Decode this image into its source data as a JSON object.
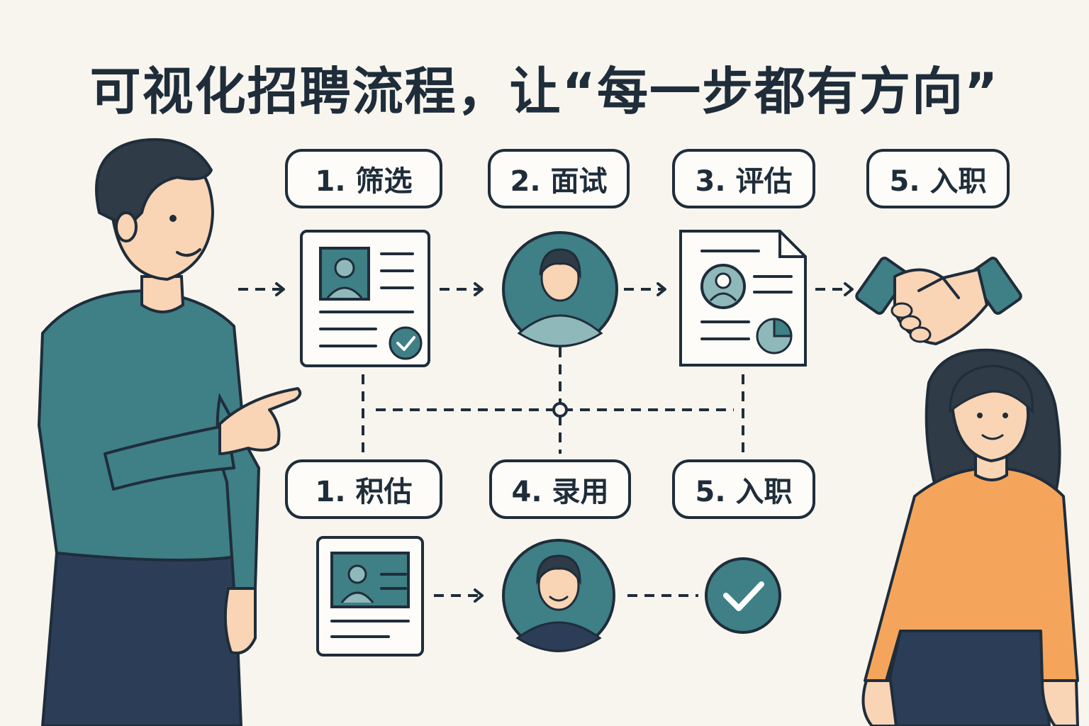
{
  "title": "可视化招聘流程，让“每一步都有方向”",
  "steps_top": [
    {
      "label": "1. 筛选",
      "icon": "resume-check-icon"
    },
    {
      "label": "2. 面试",
      "icon": "candidate-avatar-icon"
    },
    {
      "label": "3. 评估",
      "icon": "report-chart-icon"
    },
    {
      "label": "5. 入职",
      "icon": "handshake-icon"
    }
  ],
  "steps_bottom": [
    {
      "label": "1. 积估",
      "icon": "id-card-icon"
    },
    {
      "label": "4. 录用",
      "icon": "smiling-candidate-icon"
    },
    {
      "label": "5. 入职",
      "icon": "checkmark-circle-icon"
    }
  ],
  "colors": {
    "background": "#f8f5ef",
    "ink": "#1f2d3a",
    "teal": "#3f7f86",
    "teal_light": "#8fb8ba",
    "skin": "#f9d4b5",
    "hair": "#2f3b47",
    "sweater_orange": "#f5a55b",
    "pants": "#2c3e57"
  }
}
